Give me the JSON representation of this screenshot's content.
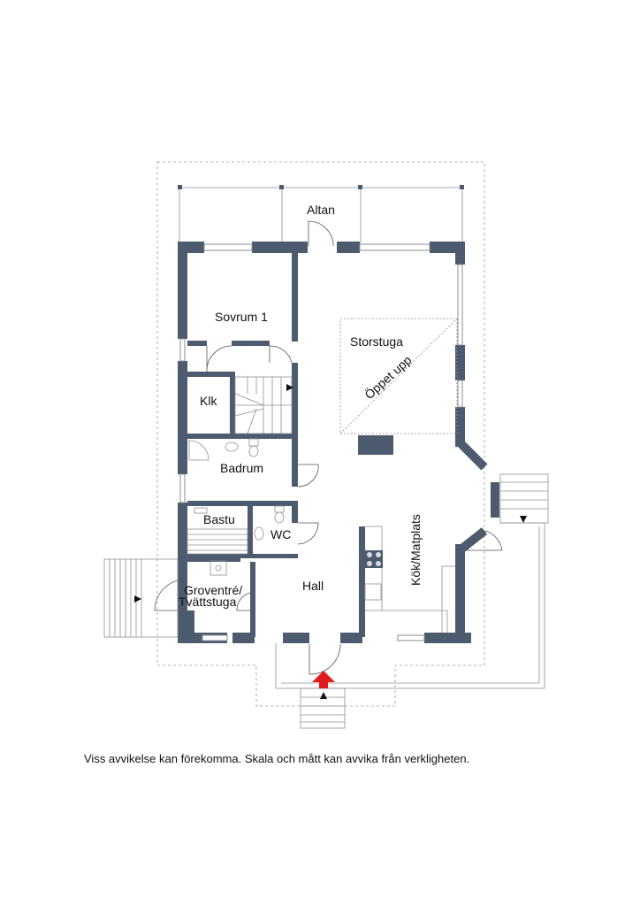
{
  "rooms": {
    "altan": "Altan",
    "sovrum1": "Sovrum 1",
    "storstuga": "Storstuga",
    "oppet_upp": "Öppet upp",
    "klk": "Klk",
    "badrum": "Badrum",
    "bastu": "Bastu",
    "wc": "WC",
    "kok": "Kök/Matplats",
    "hall": "Hall",
    "groventre_1": "Groventré/",
    "groventre_2": "Tvättstuga"
  },
  "disclaimer": "Viss avvikelse kan förekomma. Skala och mått kan avvika från verkligheten.",
  "colors": {
    "wall": "#4d5b6e",
    "window": "#d7dadf",
    "thin_line": "#8a8f96",
    "dashed": "#9a9a9a",
    "entrance_arrow": "#e01b1b"
  }
}
